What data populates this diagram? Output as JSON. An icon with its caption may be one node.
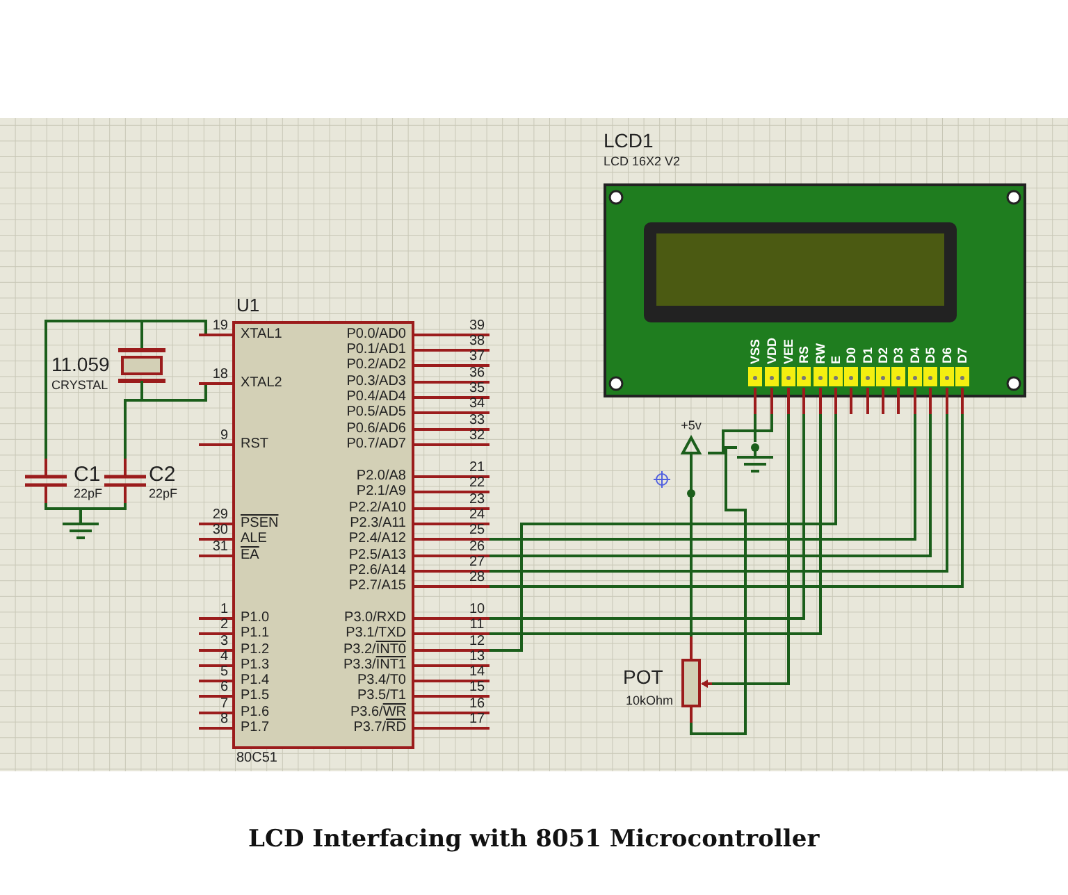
{
  "diagram": {
    "caption": "LCD Interfacing with 8051 Microcontroller",
    "nodes": [
      {
        "text": [
          "U1",
          "80C51"
        ]
      },
      {
        "text": [
          "LCD1",
          "LCD 16X2 V2"
        ]
      },
      {
        "text": [
          "11.059",
          "CRYSTAL"
        ]
      },
      {
        "text": [
          "C1",
          "22pF"
        ]
      },
      {
        "text": [
          "C2",
          "22pF"
        ]
      },
      {
        "text": [],
        "shape": "ground"
      },
      {
        "text": [
          "+5v"
        ]
      },
      {
        "text": [],
        "shape": "ground"
      },
      {
        "text": [
          "POT",
          "10kOhm"
        ]
      }
    ],
    "edges": [
      {
        "from": 2,
        "to": 0,
        "arrow": "none"
      },
      {
        "from": 3,
        "to": 2,
        "arrow": "none"
      },
      {
        "from": 2,
        "to": 0,
        "arrow": "none"
      },
      {
        "from": 4,
        "to": 2,
        "arrow": "none"
      },
      {
        "from": 3,
        "to": 5,
        "arrow": "none"
      },
      {
        "from": 4,
        "to": 5,
        "arrow": "none"
      },
      {
        "from": 1,
        "to": 7,
        "arrow": "none"
      },
      {
        "from": 1,
        "to": 6,
        "arrow": "none"
      },
      {
        "from": 1,
        "to": 8,
        "arrow": "none"
      },
      {
        "from": 6,
        "to": 8,
        "arrow": "none"
      },
      {
        "from": 7,
        "to": 8,
        "arrow": "none"
      },
      {
        "from": 1,
        "to": 0,
        "arrow": "none"
      },
      {
        "from": 1,
        "to": 0,
        "arrow": "none"
      },
      {
        "from": 1,
        "to": 0,
        "arrow": "none"
      },
      {
        "from": 1,
        "to": 0,
        "arrow": "none"
      },
      {
        "from": 1,
        "to": 0,
        "arrow": "none"
      },
      {
        "from": 1,
        "to": 0,
        "arrow": "none"
      },
      {
        "from": 1,
        "to": 0,
        "arrow": "none"
      }
    ],
    "labels": [
      "19",
      "XTAL1",
      "18",
      "XTAL2",
      "9",
      "RST",
      "29",
      "PSEN",
      "30",
      "ALE",
      "31",
      "EA",
      "1",
      "P1.0",
      "2",
      "P1.1",
      "3",
      "P1.2",
      "4",
      "P1.3",
      "5",
      "P1.4",
      "6",
      "P1.5",
      "7",
      "P1.6",
      "8",
      "P1.7",
      "P0.0/AD0",
      "39",
      "P0.1/AD1",
      "38",
      "P0.2/AD2",
      "37",
      "P0.3/AD3",
      "36",
      "P0.4/AD4",
      "35",
      "P0.5/AD5",
      "34",
      "P0.6/AD6",
      "33",
      "P0.7/AD7",
      "32",
      "P2.0/A8",
      "21",
      "P2.1/A9",
      "22",
      "P2.2/A10",
      "23",
      "P2.3/A11",
      "24",
      "P2.4/A12",
      "25",
      "P2.5/A13",
      "26",
      "P2.6/A14",
      "27",
      "P2.7/A15",
      "28",
      "P3.0/RXD",
      "10",
      "P3.1/TXD",
      "11",
      "P3.2/INT0",
      "12",
      "P3.3/INT1",
      "13",
      "P3.4/T0",
      "14",
      "P3.5/T1",
      "15",
      "P3.6/WR",
      "16",
      "P3.7/RD",
      "17",
      "VSS",
      "VDD",
      "VEE",
      "RS",
      "RW",
      "E",
      "D0",
      "D1",
      "D2",
      "D3",
      "D4",
      "D5",
      "D6",
      "D7"
    ]
  }
}
